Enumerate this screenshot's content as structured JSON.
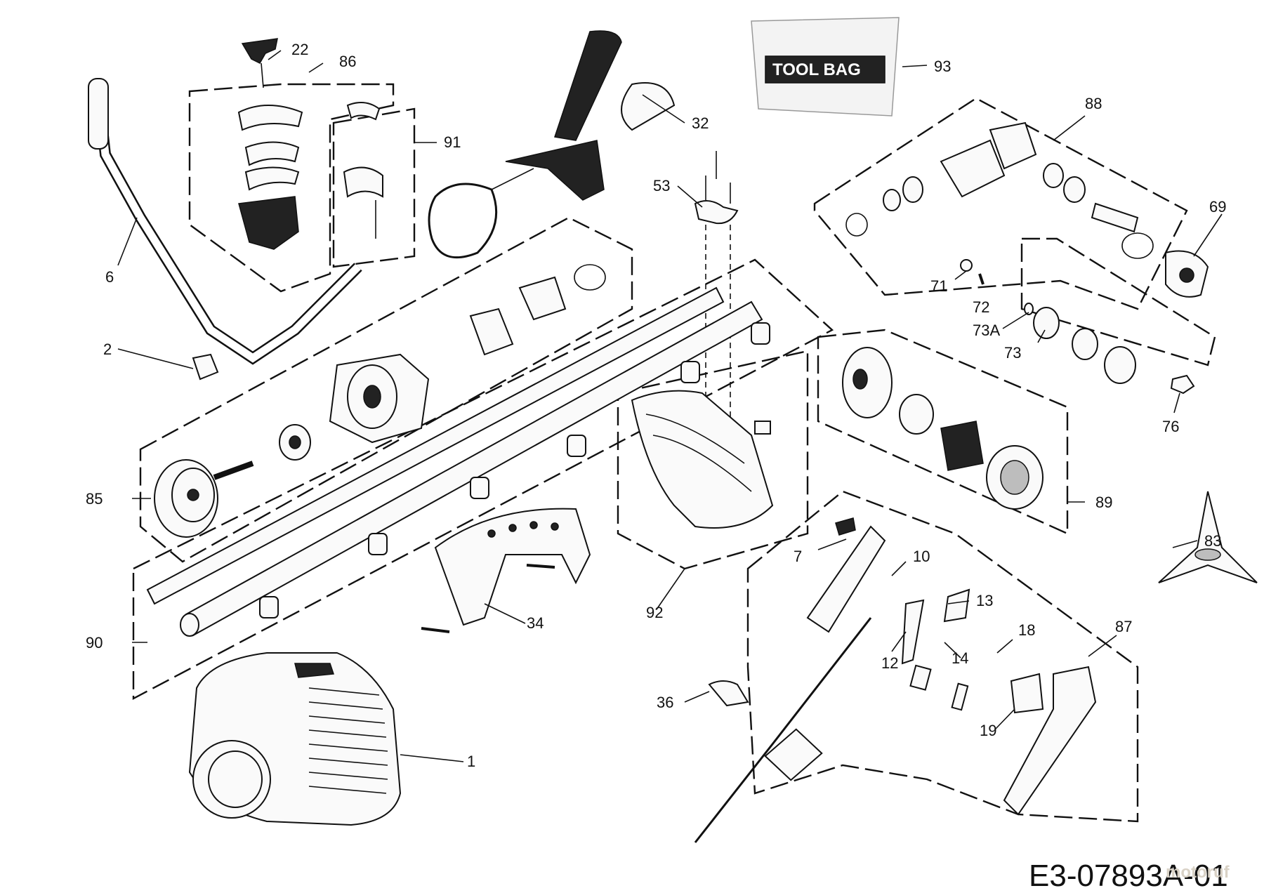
{
  "labels": {
    "p1": "1",
    "p2": "2",
    "p6": "6",
    "p7": "7",
    "p10": "10",
    "p12": "12",
    "p13": "13",
    "p14": "14",
    "p18": "18",
    "p19": "19",
    "p22": "22",
    "p32": "32",
    "p34": "34",
    "p36": "36",
    "p53": "53",
    "p69": "69",
    "p71": "71",
    "p72": "72",
    "p73a": "73A",
    "p73": "73",
    "p76": "76",
    "p83": "83",
    "p85": "85",
    "p86": "86",
    "p87": "87",
    "p88": "88",
    "p89": "89",
    "p90": "90",
    "p91": "91",
    "p92": "92",
    "p93": "93"
  },
  "tool_bag_text": "TOOL BAG",
  "diagram_code": "E3-07893A-01",
  "watermark": "motoruf"
}
